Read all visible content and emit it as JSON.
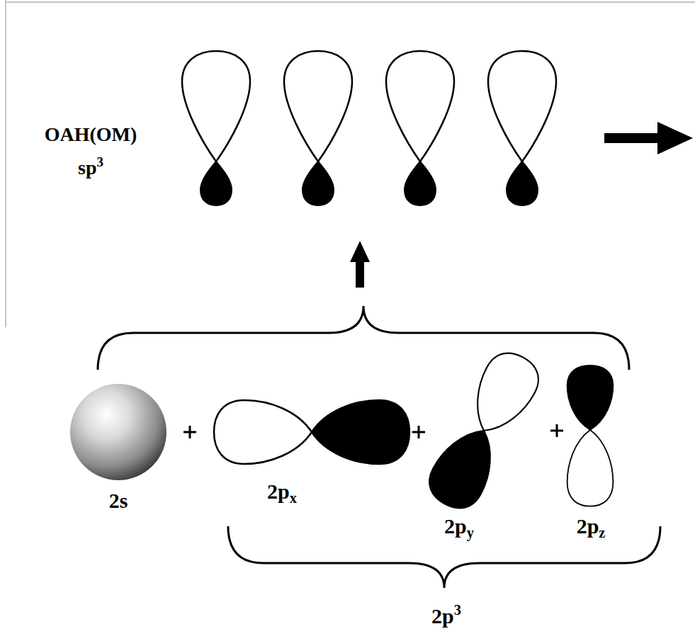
{
  "diagram": {
    "labels": [
      "OAH(OM)",
      "sp3",
      "2s",
      "2px",
      "2py",
      "2pz",
      "2p3"
    ]
  }
}
